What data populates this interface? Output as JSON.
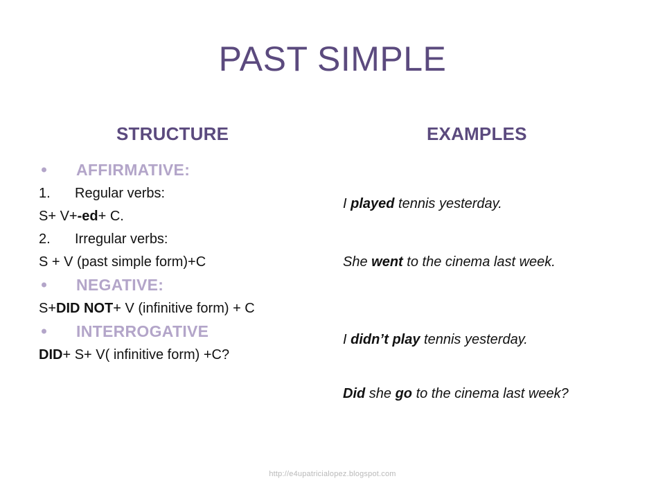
{
  "slide": {
    "title": "PAST SIMPLE",
    "background_color": "#ffffff",
    "title_color": "#5B4A7E",
    "heading_color": "#5B4A7E",
    "subheading_color": "#B3A5C9",
    "body_color": "#111111",
    "footer_color": "#b9b9b9"
  },
  "columns": {
    "structure_header": "STRUCTURE",
    "examples_header": "EXAMPLES"
  },
  "structure": {
    "affirmative_heading": "AFFIRMATIVE:",
    "item1_number": "1.",
    "item1_text": "Regular verbs:",
    "item1_formula_pre": "S+ V+ ",
    "item1_formula_bold": "-ed",
    "item1_formula_post": " + C.",
    "item2_number": "2.",
    "item2_text": "Irregular verbs:",
    "item2_formula": "S + V (past simple form)+C",
    "negative_heading": "NEGATIVE:",
    "negative_formula_pre": "S+ ",
    "negative_formula_bold": "DID NOT",
    "negative_formula_post": " + V (infinitive form) + C",
    "interrogative_heading": "INTERROGATIVE",
    "interrogative_formula_bold": "DID",
    "interrogative_formula_post": " + S+ V( infinitive form) +C?"
  },
  "examples": {
    "affirmative_regular_pre": "I ",
    "affirmative_regular_bold": "played",
    "affirmative_regular_post": " tennis yesterday.",
    "affirmative_irregular_pre": "She ",
    "affirmative_irregular_bold": "went",
    "affirmative_irregular_post": " to the cinema last week.",
    "negative_pre": "I ",
    "negative_bold": "didn’t play",
    "negative_post": " tennis yesterday.",
    "interrogative_bold1": "Did",
    "interrogative_mid": " she ",
    "interrogative_bold2": "go",
    "interrogative_post": " to the cinema last week?"
  },
  "footer": {
    "url": "http://e4upatricialopez.blogspot.com"
  }
}
